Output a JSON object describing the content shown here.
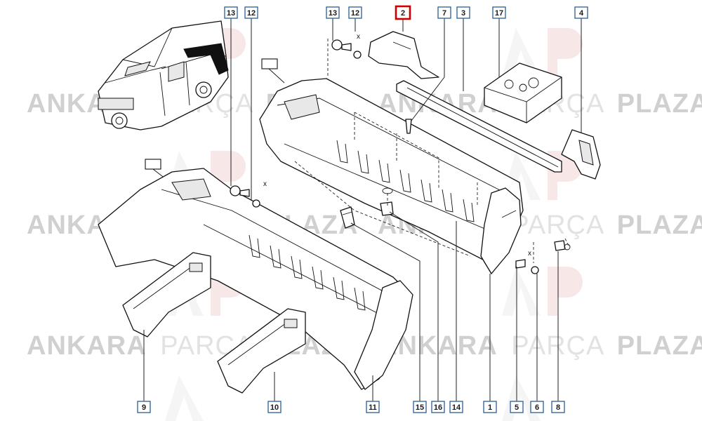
{
  "watermark": {
    "brand_bold": "ANKARA",
    "brand_light": "PARÇA",
    "brand_end": "PLAZA",
    "logo_text": "AP"
  },
  "callouts": [
    {
      "id": "c13a",
      "label": "13"
    },
    {
      "id": "c12a",
      "label": "12"
    },
    {
      "id": "c13b",
      "label": "13"
    },
    {
      "id": "c12b",
      "label": "12"
    },
    {
      "id": "c2",
      "label": "2",
      "highlighted": true
    },
    {
      "id": "c7",
      "label": "7"
    },
    {
      "id": "c3",
      "label": "3"
    },
    {
      "id": "c17",
      "label": "17"
    },
    {
      "id": "c4",
      "label": "4"
    },
    {
      "id": "c9",
      "label": "9"
    },
    {
      "id": "c10",
      "label": "10"
    },
    {
      "id": "c11",
      "label": "11"
    },
    {
      "id": "c15",
      "label": "15"
    },
    {
      "id": "c16",
      "label": "16"
    },
    {
      "id": "c14",
      "label": "14"
    },
    {
      "id": "c1",
      "label": "1"
    },
    {
      "id": "c5",
      "label": "5"
    },
    {
      "id": "c6",
      "label": "6"
    },
    {
      "id": "c8",
      "label": "8"
    }
  ],
  "marks": {
    "x1": "x",
    "x2": "x",
    "x3": "x"
  },
  "colors": {
    "highlight": "#cc0000",
    "callout_border": "#3a6aa0",
    "watermark": "#d0d0d0"
  }
}
